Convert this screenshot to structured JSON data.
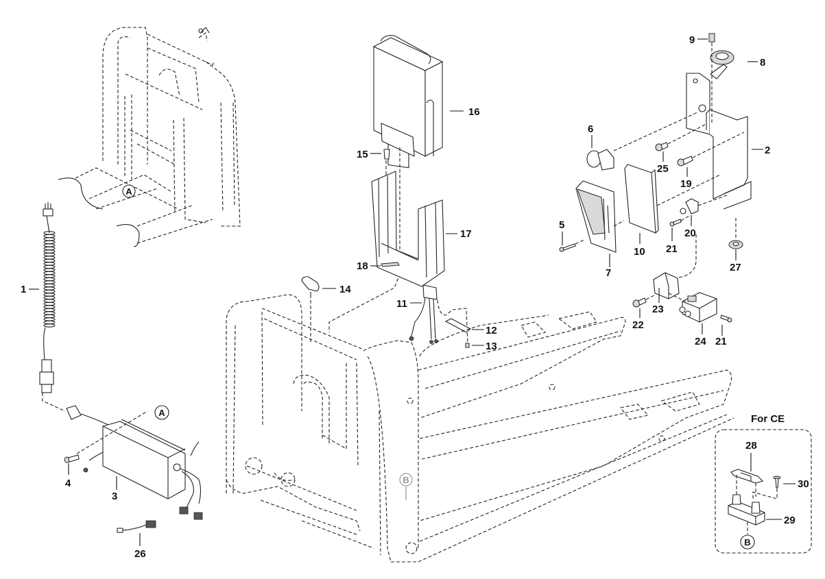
{
  "diagram": {
    "type": "exploded-parts-diagram",
    "subject": "Electric pallet truck - battery, charger and electrical parts",
    "inset": {
      "title": "For CE",
      "reference": "B",
      "parts": [
        "28",
        "29",
        "30"
      ]
    },
    "reference_markers": [
      "A",
      "A",
      "B",
      "B"
    ],
    "callouts": [
      {
        "id": "1",
        "part": "coiled power cord with plug"
      },
      {
        "id": "2",
        "part": "mounting bracket"
      },
      {
        "id": "3",
        "part": "battery charger"
      },
      {
        "id": "4",
        "part": "bolt"
      },
      {
        "id": "5",
        "part": "screw"
      },
      {
        "id": "6",
        "part": "emergency stop button"
      },
      {
        "id": "7",
        "part": "battery indicator / display"
      },
      {
        "id": "8",
        "part": "horn"
      },
      {
        "id": "9",
        "part": "screw"
      },
      {
        "id": "10",
        "part": "cover plate"
      },
      {
        "id": "11",
        "part": "wire harness connector"
      },
      {
        "id": "12",
        "part": "plate"
      },
      {
        "id": "13",
        "part": "screw"
      },
      {
        "id": "14",
        "part": "key switch"
      },
      {
        "id": "15",
        "part": "bolt"
      },
      {
        "id": "16",
        "part": "battery pack"
      },
      {
        "id": "17",
        "part": "battery holder"
      },
      {
        "id": "18",
        "part": "pad"
      },
      {
        "id": "19",
        "part": "bolt"
      },
      {
        "id": "20",
        "part": "switch"
      },
      {
        "id": "21",
        "part": "screw"
      },
      {
        "id": "22",
        "part": "bolt"
      },
      {
        "id": "23",
        "part": "bracket"
      },
      {
        "id": "24",
        "part": "relay / contactor"
      },
      {
        "id": "25",
        "part": "bolt"
      },
      {
        "id": "26",
        "part": "charger cable"
      },
      {
        "id": "27",
        "part": "grommet"
      },
      {
        "id": "28",
        "part": "fuse"
      },
      {
        "id": "29",
        "part": "fuse holder"
      },
      {
        "id": "30",
        "part": "screw"
      }
    ]
  },
  "labels": {
    "l1": "1",
    "l2": "2",
    "l3": "3",
    "l4": "4",
    "l5": "5",
    "l6": "6",
    "l7": "7",
    "l8": "8",
    "l9": "9",
    "l10": "10",
    "l11": "11",
    "l12": "12",
    "l13": "13",
    "l14": "14",
    "l15": "15",
    "l16": "16",
    "l17": "17",
    "l18": "18",
    "l19": "19",
    "l20": "20",
    "l21a": "21",
    "l21b": "21",
    "l22": "22",
    "l23": "23",
    "l24": "24",
    "l25": "25",
    "l26": "26",
    "l27": "27",
    "l28": "28",
    "l29": "29",
    "l30": "30",
    "refA1": "A",
    "refA2": "A",
    "refB1": "B",
    "refB2": "B",
    "for_ce": "For CE"
  }
}
